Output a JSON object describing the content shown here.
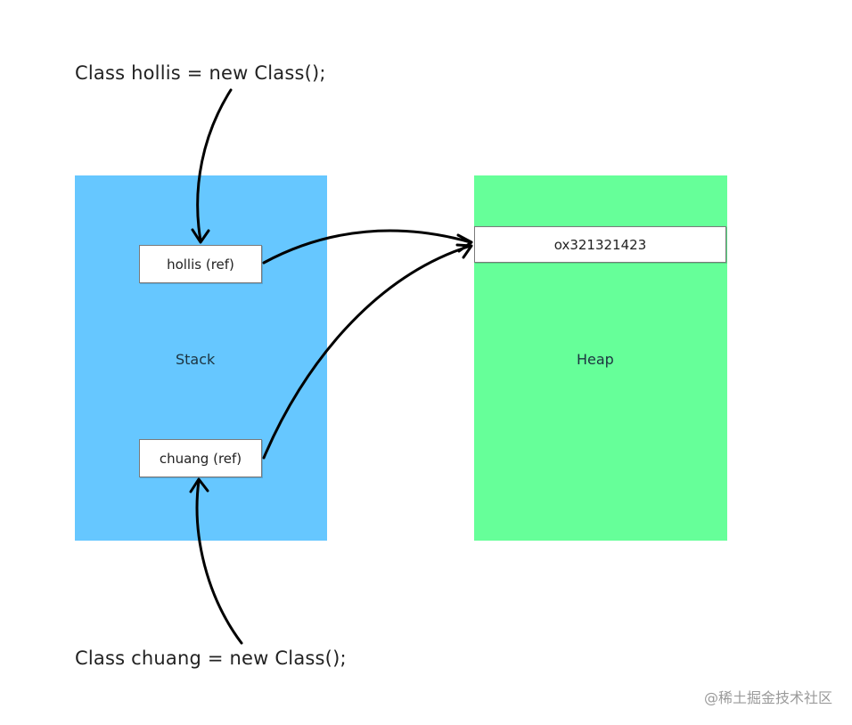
{
  "code": {
    "top": "Class hollis = new Class();",
    "bottom": "Class chuang = new Class();"
  },
  "stack": {
    "label": "Stack",
    "color": "#66c7ff",
    "refs": [
      "hollis  (ref)",
      "chuang (ref)"
    ]
  },
  "heap": {
    "label": "Heap",
    "color": "#66ff99",
    "address": "ox321321423"
  },
  "watermark": "@稀土掘金技术社区"
}
